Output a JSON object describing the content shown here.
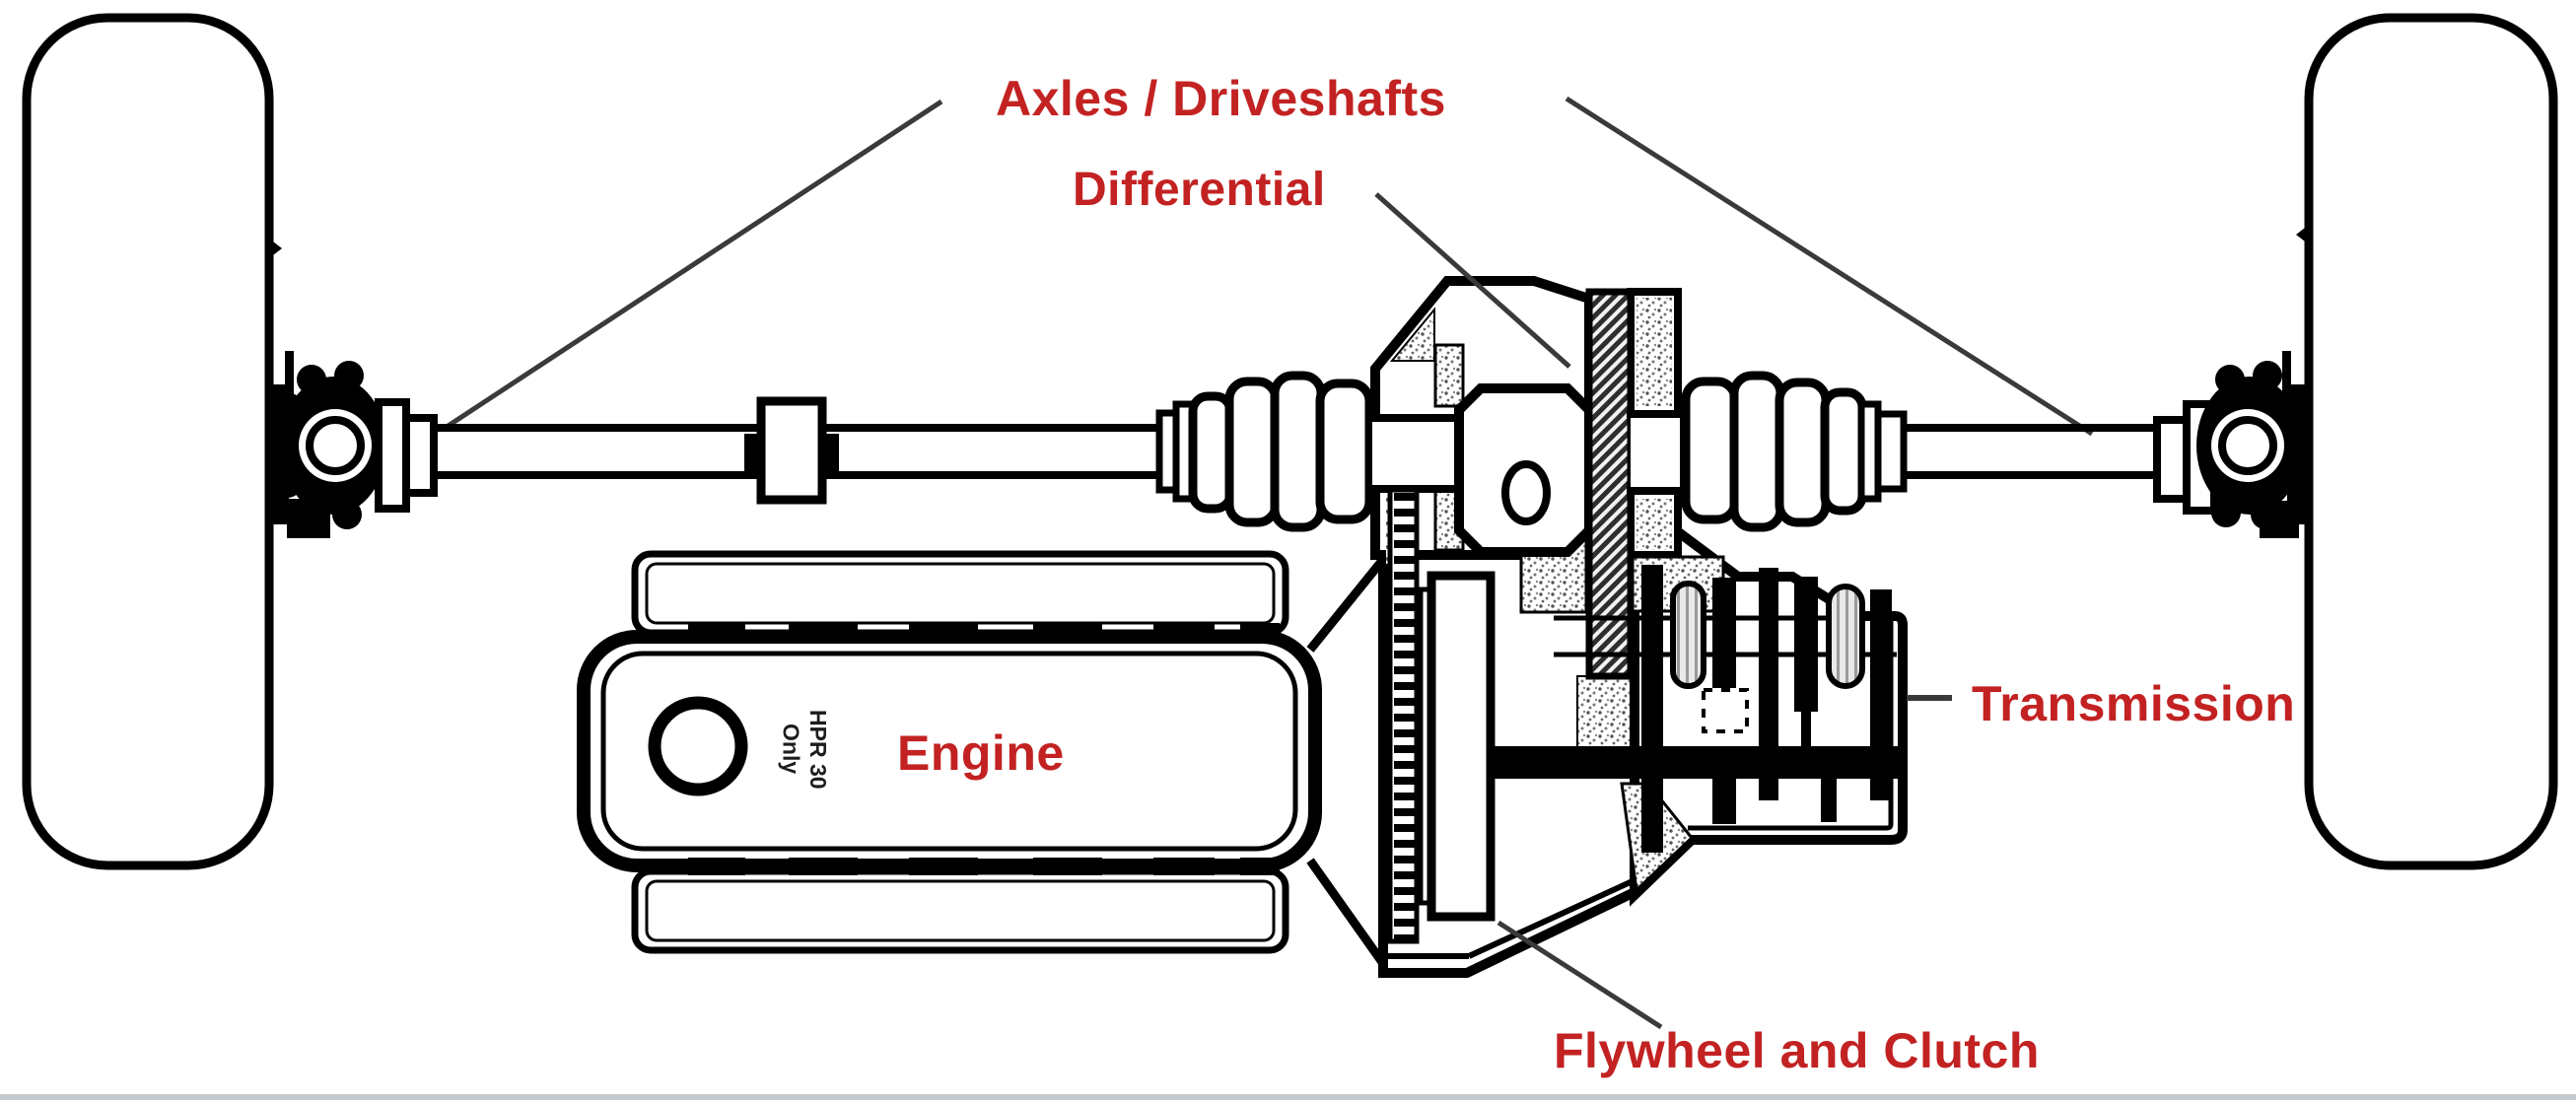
{
  "labels": {
    "axles_driveshafts": "Axles / Driveshafts",
    "differential": "Differential",
    "engine": "Engine",
    "transmission": "Transmission",
    "flywheel_clutch": "Flywheel and Clutch"
  },
  "engine_note": {
    "line1": "HPR 30",
    "line2": "Only"
  },
  "colors": {
    "label_red": "#c32222",
    "line_black": "#000000",
    "leader_gray": "#3a3a3a",
    "bottom_bar": "#c4c9cd",
    "background": "#ffffff"
  }
}
